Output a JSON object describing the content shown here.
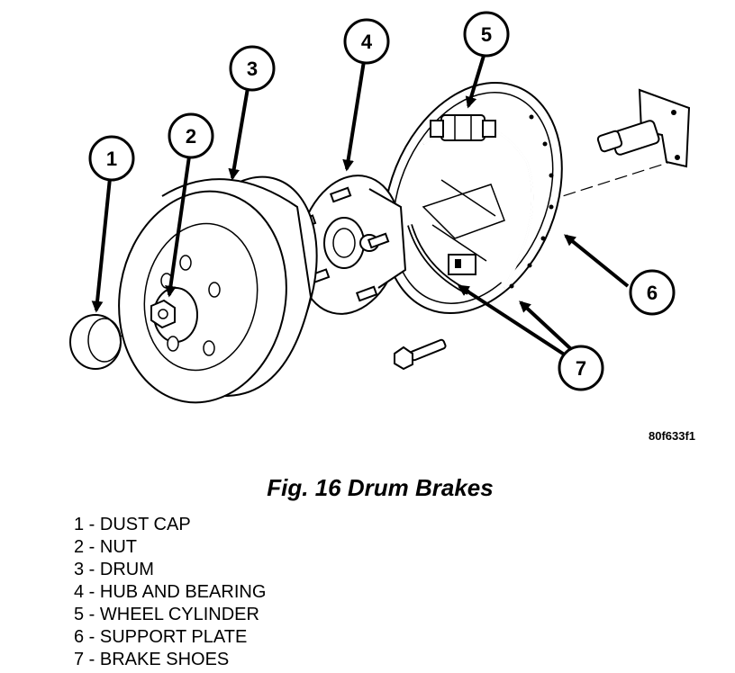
{
  "figure": {
    "caption": "Fig. 16 Drum Brakes",
    "ref_code": "80f633f1"
  },
  "callouts": [
    "1",
    "2",
    "3",
    "4",
    "5",
    "6",
    "7"
  ],
  "legend": [
    "1 - DUST CAP",
    "2 - NUT",
    "3 - DRUM",
    "4 - HUB AND BEARING",
    "5 - WHEEL CYLINDER",
    "6 - SUPPORT PLATE",
    "7 - BRAKE SHOES"
  ]
}
